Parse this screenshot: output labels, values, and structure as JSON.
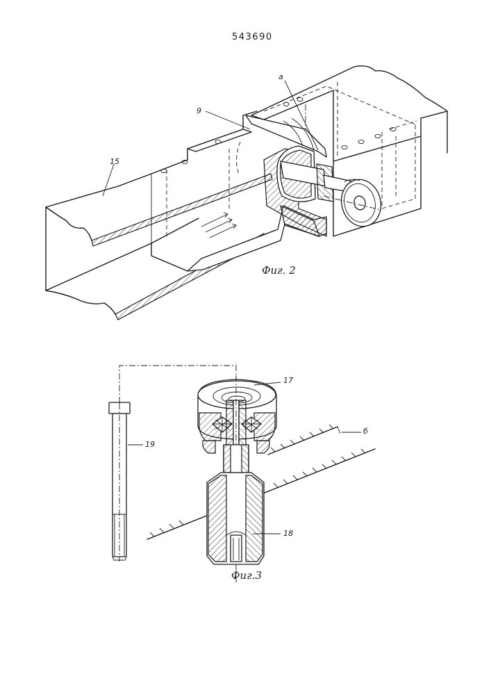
{
  "header": {
    "document_number": "543690"
  },
  "figure2": {
    "caption": "Фиг. 2",
    "labels": {
      "a": "а",
      "n9": "9",
      "n15": "15"
    }
  },
  "figure3": {
    "caption": "Фиг.3",
    "labels": {
      "n17": "17",
      "n19": "19",
      "n18": "18",
      "b": "б"
    }
  }
}
